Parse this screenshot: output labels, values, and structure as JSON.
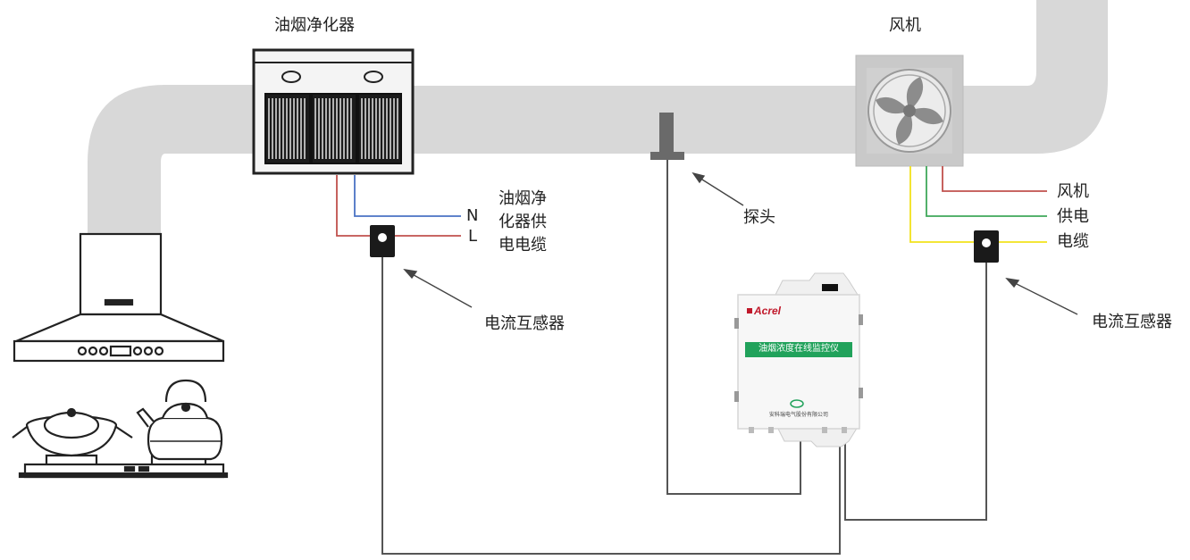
{
  "labels": {
    "purifier": "油烟净化器",
    "fan": "风机",
    "probe": "探头",
    "ct_left": "电流互感器",
    "ct_right": "电流互感器",
    "purifier_cable": [
      "油烟净",
      "化器供",
      "电电缆"
    ],
    "wire_n": "N",
    "wire_l": "L",
    "fan_cable": [
      "风机",
      "供电",
      "电缆"
    ]
  },
  "monitor": {
    "brand": "Acrel",
    "title": "油烟浓度在线监控仪",
    "company": "安科瑞电气股份有限公司"
  },
  "colors": {
    "duct": "#d8d8d8",
    "wire_red": "#c0504d",
    "wire_blue": "#4a72c4",
    "wire_green": "#3fa85a",
    "wire_yellow": "#f2e21b",
    "signal_cable": "#555555",
    "monitor_band": "#21a25b"
  }
}
